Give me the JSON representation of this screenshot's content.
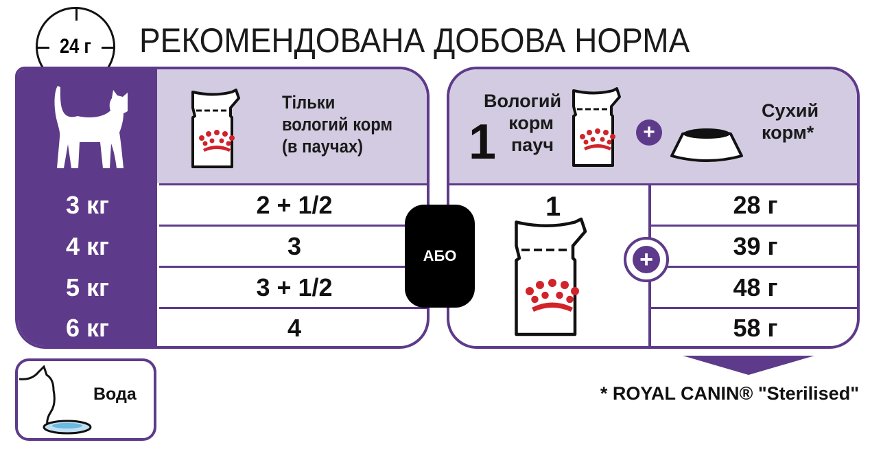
{
  "header": {
    "clock_label": "24 г",
    "title": "РЕКОМЕНДОВАНА ДОБОВА НОРМА"
  },
  "colors": {
    "purple": "#5e3a8a",
    "lavender": "#d3cbe1",
    "crown_red": "#d2232a"
  },
  "left_table": {
    "header_text": [
      "Тільки",
      "вологий корм",
      "(в паучах)"
    ],
    "rows": [
      {
        "weight": "3 кг",
        "amount": "2 + 1/2"
      },
      {
        "weight": "4 кг",
        "amount": "3"
      },
      {
        "weight": "5 кг",
        "amount": "3 + 1/2"
      },
      {
        "weight": "6 кг",
        "amount": "4"
      }
    ]
  },
  "or_badge": "АБО",
  "right_table": {
    "wet_count": "1",
    "wet_label": [
      "Вологий",
      "корм",
      "пауч"
    ],
    "dry_label": [
      "Сухий",
      "корм*"
    ],
    "pouch_count": "1",
    "dry_amounts": [
      "28 г",
      "39 г",
      "48 г",
      "58 г"
    ]
  },
  "water_label": "Вода",
  "footnote": "* ROYAL CANIN® \"Sterilised\""
}
